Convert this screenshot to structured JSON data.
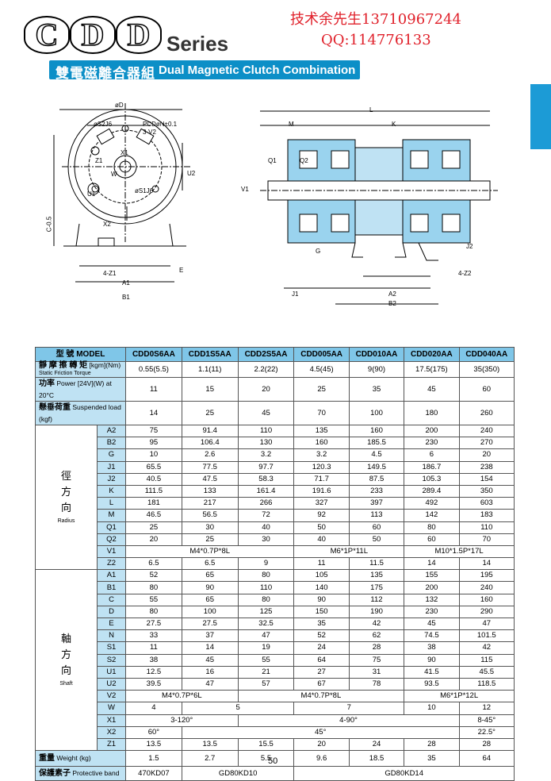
{
  "header": {
    "letters": [
      "C",
      "D",
      "D"
    ],
    "series": "Series",
    "contact_line1": "技术余先生13710967244",
    "contact_line2": "QQ:114776133",
    "title_zh": "雙電磁離合器組",
    "title_en": "Dual Magnetic Clutch Combination"
  },
  "drawing_front": {
    "labels": [
      "øD",
      "øS2J6",
      "PCDøN±0.1",
      "3-V2",
      "X1",
      "X2",
      "W",
      "Z1",
      "U1",
      "U2",
      "øS1J6",
      "C-0.5",
      "4-Z1",
      "E",
      "A1",
      "B1"
    ]
  },
  "drawing_side": {
    "labels": [
      "L",
      "M",
      "K",
      "Q1",
      "Q2",
      "V1",
      "G",
      "J2",
      "4-Z2",
      "J1",
      "A2",
      "B2"
    ]
  },
  "table": {
    "model_label_zh": "型 號",
    "model_label_en": "MODEL",
    "models": [
      "CDD0S6AA",
      "CDD1S5AA",
      "CDD2S5AA",
      "CDD005AA",
      "CDD010AA",
      "CDD020AA",
      "CDD040AA"
    ],
    "torque": {
      "zh": "靜 摩 擦 轉 矩",
      "en": "Static Friction Torque",
      "unit": "[kgm](Nm)",
      "values": [
        "0.55(5.5)",
        "1.1(11)",
        "2.2(22)",
        "4.5(45)",
        "9(90)",
        "17.5(175)",
        "35(350)"
      ]
    },
    "power": {
      "zh": "功率",
      "en": "Power",
      "unit": "[24V](W) at 20°C",
      "values": [
        "11",
        "15",
        "20",
        "25",
        "35",
        "45",
        "60"
      ]
    },
    "load": {
      "zh": "懸垂荷重",
      "en": "Suspended load",
      "unit": "(kgf)",
      "values": [
        "14",
        "25",
        "45",
        "70",
        "100",
        "180",
        "260"
      ]
    },
    "radius": {
      "zh": [
        "徑",
        "方",
        "向"
      ],
      "en": "Radius",
      "rows": [
        {
          "sym": "A2",
          "values": [
            "75",
            "91.4",
            "110",
            "135",
            "160",
            "200",
            "240"
          ]
        },
        {
          "sym": "B2",
          "values": [
            "95",
            "106.4",
            "130",
            "160",
            "185.5",
            "230",
            "270"
          ]
        },
        {
          "sym": "G",
          "values": [
            "10",
            "2.6",
            "3.2",
            "3.2",
            "4.5",
            "6",
            "20"
          ]
        },
        {
          "sym": "J1",
          "values": [
            "65.5",
            "77.5",
            "97.7",
            "120.3",
            "149.5",
            "186.7",
            "238"
          ]
        },
        {
          "sym": "J2",
          "values": [
            "40.5",
            "47.5",
            "58.3",
            "71.7",
            "87.5",
            "105.3",
            "154"
          ]
        },
        {
          "sym": "K",
          "values": [
            "111.5",
            "133",
            "161.4",
            "191.6",
            "233",
            "289.4",
            "350"
          ]
        },
        {
          "sym": "L",
          "values": [
            "181",
            "217",
            "266",
            "327",
            "397",
            "492",
            "603"
          ]
        },
        {
          "sym": "M",
          "values": [
            "46.5",
            "56.5",
            "72",
            "92",
            "113",
            "142",
            "183"
          ]
        },
        {
          "sym": "Q1",
          "values": [
            "25",
            "30",
            "40",
            "50",
            "60",
            "80",
            "110"
          ]
        },
        {
          "sym": "Q2",
          "values": [
            "20",
            "25",
            "30",
            "40",
            "50",
            "60",
            "70"
          ]
        }
      ],
      "v1": {
        "sym": "V1",
        "a": "M4*0.7P*8L",
        "b": "M6*1P*11L",
        "c": "M10*1.5P*17L"
      },
      "z2": {
        "sym": "Z2",
        "values": [
          "6.5",
          "6.5",
          "9",
          "11",
          "11.5",
          "14",
          "14"
        ]
      }
    },
    "shaft": {
      "zh": [
        "軸",
        "方",
        "向"
      ],
      "en": "Shaft",
      "rows": [
        {
          "sym": "A1",
          "values": [
            "52",
            "65",
            "80",
            "105",
            "135",
            "155",
            "195"
          ]
        },
        {
          "sym": "B1",
          "values": [
            "80",
            "90",
            "110",
            "140",
            "175",
            "200",
            "240"
          ]
        },
        {
          "sym": "C",
          "values": [
            "55",
            "65",
            "80",
            "90",
            "112",
            "132",
            "160"
          ]
        },
        {
          "sym": "D",
          "values": [
            "80",
            "100",
            "125",
            "150",
            "190",
            "230",
            "290"
          ]
        },
        {
          "sym": "E",
          "values": [
            "27.5",
            "27.5",
            "32.5",
            "35",
            "42",
            "45",
            "47"
          ]
        },
        {
          "sym": "N",
          "values": [
            "33",
            "37",
            "47",
            "52",
            "62",
            "74.5",
            "101.5"
          ]
        },
        {
          "sym": "S1",
          "values": [
            "11",
            "14",
            "19",
            "24",
            "28",
            "38",
            "42"
          ]
        },
        {
          "sym": "S2",
          "values": [
            "38",
            "45",
            "55",
            "64",
            "75",
            "90",
            "115"
          ]
        },
        {
          "sym": "U1",
          "values": [
            "12.5",
            "16",
            "21",
            "27",
            "31",
            "41.5",
            "45.5"
          ]
        },
        {
          "sym": "U2",
          "values": [
            "39.5",
            "47",
            "57",
            "67",
            "78",
            "93.5",
            "118.5"
          ]
        }
      ],
      "v2": {
        "sym": "V2",
        "a": "M4*0.7P*6L",
        "b": "M4*0.7P*8L",
        "c": "M6*1P*12L"
      },
      "w": {
        "sym": "W",
        "a": "4",
        "b": "5",
        "c": "7",
        "d": "10",
        "e": "12"
      },
      "x1": {
        "sym": "X1",
        "a": "3-120°",
        "b": "4-90°",
        "c": "8-45°"
      },
      "x2": {
        "sym": "X2",
        "a": "60°",
        "b": "45°",
        "c": "22.5°"
      },
      "z1": {
        "sym": "Z1",
        "values": [
          "13.5",
          "13.5",
          "15.5",
          "20",
          "24",
          "28",
          "28"
        ]
      }
    },
    "weight": {
      "zh": "重量",
      "en": "Weight",
      "unit": "(kg)",
      "values": [
        "1.5",
        "2.7",
        "5.5",
        "9.6",
        "18.5",
        "35",
        "64"
      ]
    },
    "protective": {
      "zh": "保護素子",
      "en": "Protective band",
      "a": "470KD07",
      "b": "GD80KD10",
      "c": "GD80KD14"
    }
  },
  "page_number": "50"
}
